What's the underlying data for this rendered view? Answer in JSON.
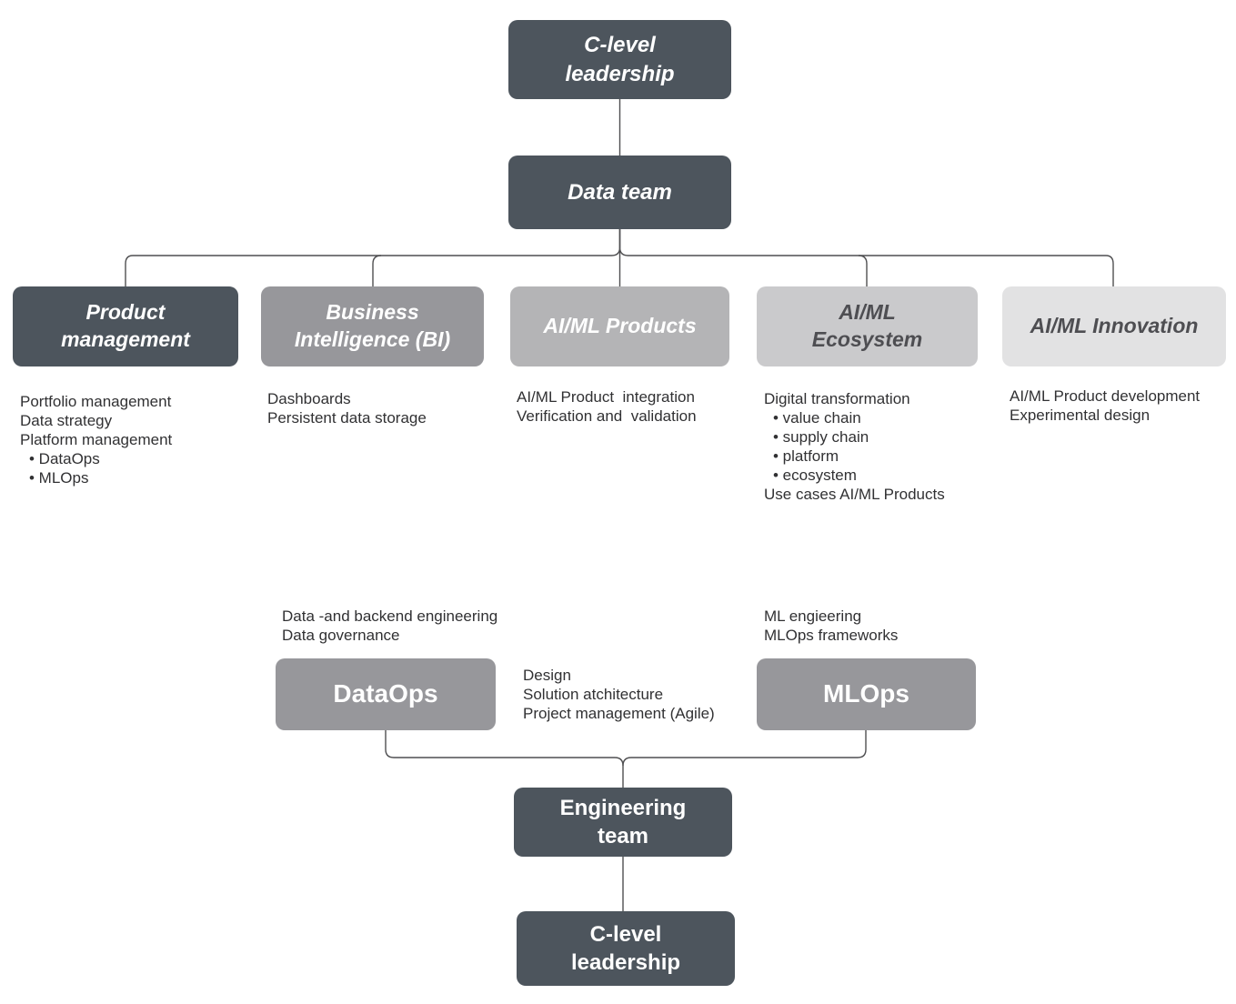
{
  "title": "Data organization chart",
  "colors": {
    "background": "#ffffff",
    "node_dark": "#4d555d",
    "node_gray_medium": "#97979b",
    "node_gray_light": "#b4b4b6",
    "node_gray_lighter": "#cacacc",
    "node_gray_lightest": "#e2e2e3",
    "node_text_light": "#ffffff",
    "node_text_dark": "#4e4e52",
    "connector": "#4f4f51",
    "note_text": "#313133"
  },
  "nodes": {
    "c_level_top": "C-level\nleadership",
    "data_team": "Data team",
    "product_management": "Product\nmanagement",
    "business_intelligence": "Business\nIntelligence (BI)",
    "aiml_products": "AI/ML Products",
    "aiml_ecosystem": "AI/ML\nEcosystem",
    "aiml_innovation": "AI/ML Innovation",
    "dataops": "DataOps",
    "mlops": "MLOps",
    "engineering_team": "Engineering\nteam",
    "c_level_bottom": "C-level\nleadership"
  },
  "notes": {
    "product_management": [
      "Portfolio management",
      "Data strategy",
      "Platform management",
      "• DataOps",
      "• MLOps"
    ],
    "business_intelligence": [
      "Dashboards",
      "Persistent data storage"
    ],
    "aiml_products": [
      "AI/ML Product  integration",
      "Verification and  validation"
    ],
    "aiml_ecosystem": [
      "Digital transformation",
      "• value chain",
      "• supply chain",
      "• platform",
      "• ecosystem",
      "Use cases AI/ML Products"
    ],
    "aiml_innovation": [
      "AI/ML Product development",
      "Experimental design"
    ],
    "dataops": [
      "Data -and backend engineering",
      "Data governance"
    ],
    "engineering_shared": [
      "Design",
      "Solution atchitecture",
      "Project management (Agile)"
    ],
    "mlops": [
      "ML engieering",
      "MLOps frameworks"
    ]
  }
}
